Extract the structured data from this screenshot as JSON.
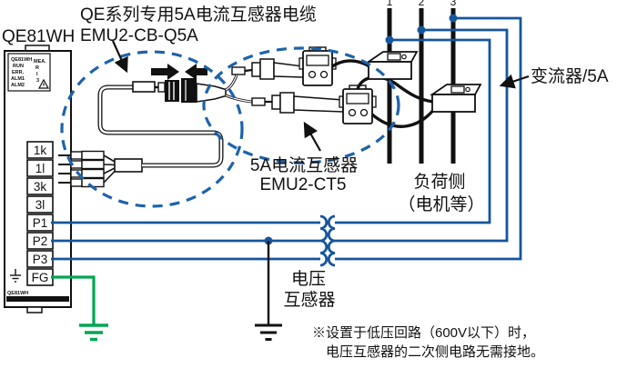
{
  "colors": {
    "wire_blue": "#15569c",
    "dashed_blue": "#1e62ac",
    "ground_green": "#00a651",
    "line_black": "#111111"
  },
  "labels": {
    "cable_line1": "QE系列专用5A电流互感器电缆",
    "cable_line2": "EMU2-CB-Q5A",
    "ct5_line1": "5A电流互感器",
    "ct5_line2": "EMU2-CT5",
    "load_line1": "负荷侧",
    "load_line2": "（电机等）",
    "converter": "变流器/5A",
    "vt_line1": "电压",
    "vt_line2": "互感器",
    "note_line1": "※设置于低压回路（600V以下）时，",
    "note_line2": "电压互感器的二次侧电路无需接地。"
  },
  "module": {
    "title": "QE81WH",
    "panel_col1": [
      "QE81WH",
      "RUN",
      "ERR.",
      "ALM1",
      "ALM2"
    ],
    "panel_col2": [
      "MEA.",
      "R",
      "I",
      "3"
    ],
    "terminals": [
      "1k",
      "1l",
      "3k",
      "3l",
      "P1",
      "P2",
      "P3",
      "FG"
    ],
    "footer": "QE81WH"
  },
  "power_lines": {
    "labels": [
      "1",
      "2",
      "3"
    ]
  }
}
